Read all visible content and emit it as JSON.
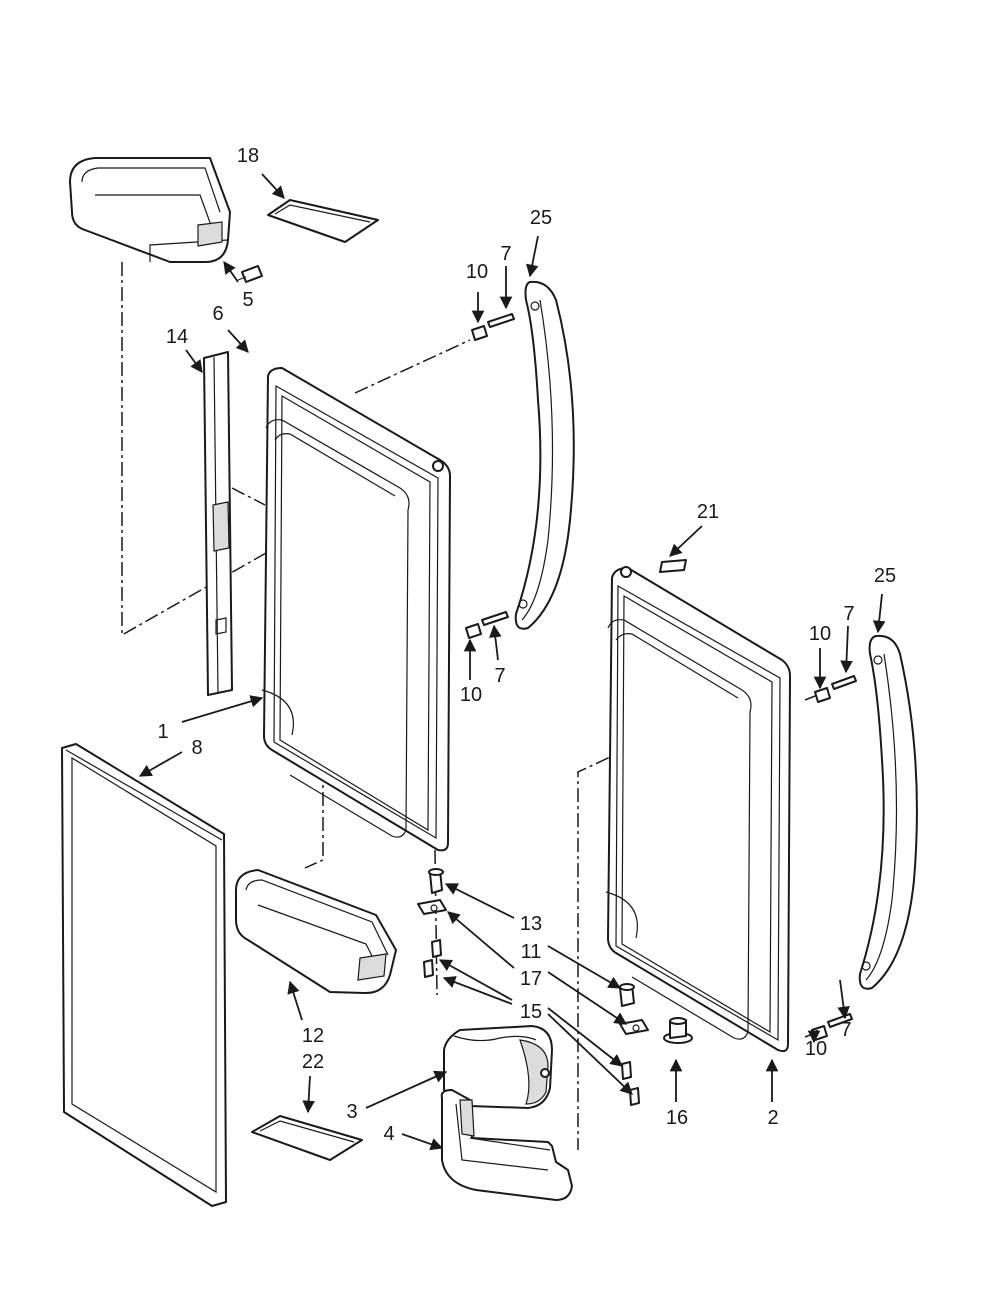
{
  "callouts": {
    "c1": "1",
    "c2": "2",
    "c3": "3",
    "c4": "4",
    "c5": "5",
    "c6": "6",
    "c7a": "7",
    "c7b": "7",
    "c7c": "7",
    "c7d": "7",
    "c8": "8",
    "c10a": "10",
    "c10b": "10",
    "c10c": "10",
    "c10d": "10",
    "c11": "11",
    "c12": "12",
    "c13": "13",
    "c14": "14",
    "c15": "15",
    "c16": "16",
    "c17": "17",
    "c18": "18",
    "c21": "21",
    "c22": "22",
    "c25a": "25",
    "c25b": "25"
  },
  "colors": {
    "line": "#1a1a1a",
    "shade": "#dcdcdc",
    "background": "#ffffff"
  }
}
